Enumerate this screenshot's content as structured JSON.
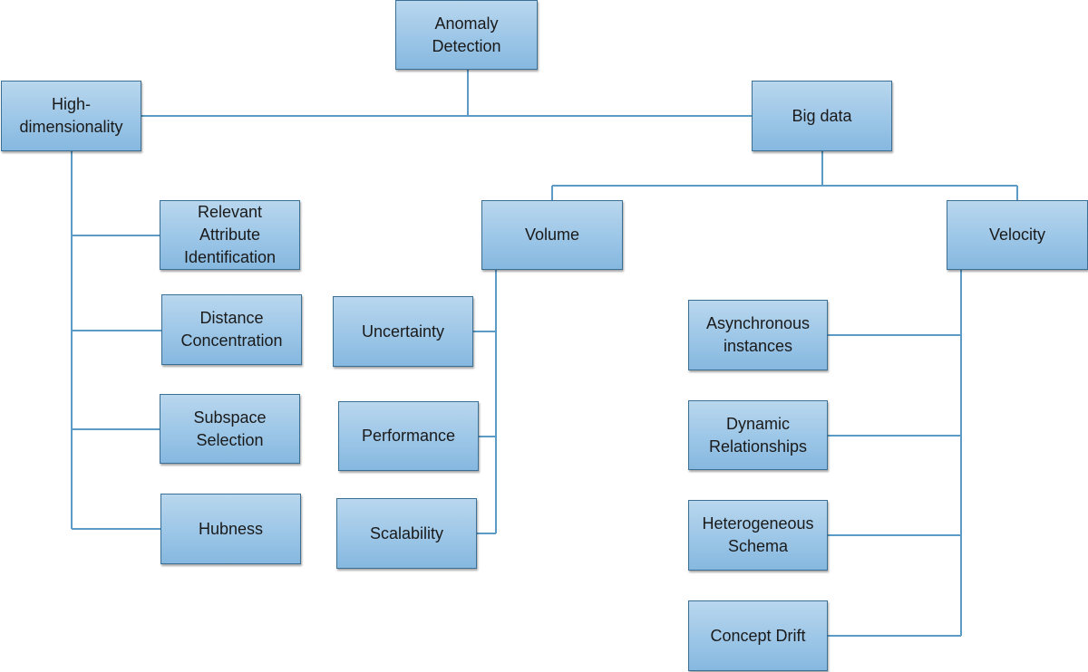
{
  "diagram": {
    "root": "Anomaly\nDetection",
    "high_dimensionality": {
      "label": "High-\ndimensionality",
      "children": [
        "Relevant\nAttribute\nIdentification",
        "Distance\nConcentration",
        "Subspace\nSelection",
        "Hubness"
      ]
    },
    "big_data": {
      "label": "Big data",
      "volume": {
        "label": "Volume",
        "children": [
          "Uncertainty",
          "Performance",
          "Scalability"
        ]
      },
      "velocity": {
        "label": "Velocity",
        "children": [
          "Asynchronous\ninstances",
          "Dynamic\nRelationships",
          "Heterogeneous\nSchema",
          "Concept  Drift"
        ]
      }
    },
    "colors": {
      "box_fill": "#9cc6e7",
      "box_border": "#3c6f94",
      "connector": "#5b9bc6"
    }
  }
}
